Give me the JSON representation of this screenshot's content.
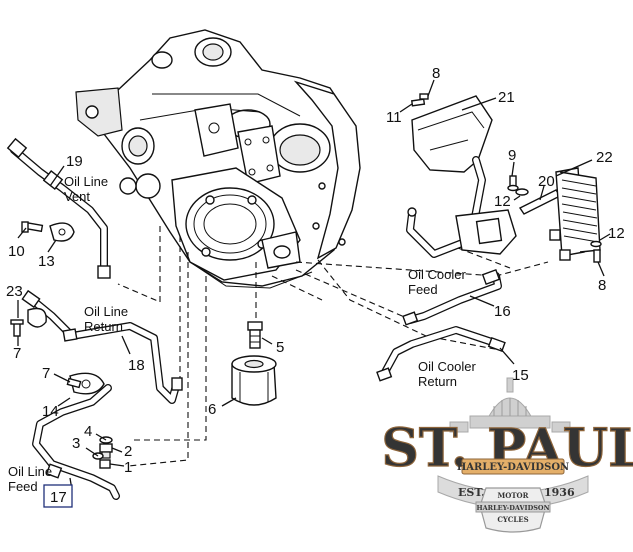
{
  "diagram": {
    "title": "Oil lines and oil cooler exploded parts diagram",
    "callouts": [
      {
        "id": "c1",
        "text": "1"
      },
      {
        "id": "c2",
        "text": "2"
      },
      {
        "id": "c3",
        "text": "3"
      },
      {
        "id": "c4",
        "text": "4"
      },
      {
        "id": "c5",
        "text": "5"
      },
      {
        "id": "c6",
        "text": "6"
      },
      {
        "id": "c7a",
        "text": "7"
      },
      {
        "id": "c7b",
        "text": "7"
      },
      {
        "id": "c8a",
        "text": "8"
      },
      {
        "id": "c8b",
        "text": "8"
      },
      {
        "id": "c9",
        "text": "9"
      },
      {
        "id": "c10",
        "text": "10"
      },
      {
        "id": "c11",
        "text": "11"
      },
      {
        "id": "c12a",
        "text": "12"
      },
      {
        "id": "c12b",
        "text": "12"
      },
      {
        "id": "c13",
        "text": "13"
      },
      {
        "id": "c14",
        "text": "14"
      },
      {
        "id": "c15",
        "text": "15"
      },
      {
        "id": "c16",
        "text": "16"
      },
      {
        "id": "c17",
        "text": "17"
      },
      {
        "id": "c18",
        "text": "18"
      },
      {
        "id": "c19",
        "text": "19"
      },
      {
        "id": "c20",
        "text": "20"
      },
      {
        "id": "c21",
        "text": "21"
      },
      {
        "id": "c22",
        "text": "22"
      },
      {
        "id": "c23",
        "text": "23"
      }
    ],
    "labels": {
      "oil_line_vent": [
        "Oil Line",
        "Vent"
      ],
      "oil_line_return": [
        "Oil Line",
        "Return"
      ],
      "oil_line_feed": [
        "Oil Line",
        "Feed"
      ],
      "oil_cooler_feed": [
        "Oil Cooler",
        "Feed"
      ],
      "oil_cooler_return": [
        "Oil Cooler",
        "Return"
      ]
    }
  },
  "watermark": {
    "line1": "ST. PAUL",
    "line2": "HARLEY-DAVIDSON",
    "est": "EST.",
    "year": "1936",
    "logo_top": "MOTOR",
    "logo_mid": "HARLEY-DAVIDSON",
    "logo_bottom": "CYCLES"
  },
  "colors": {
    "line": "#111111",
    "watermark": "#d9892f",
    "watermark_gray": "#b9b9b9"
  }
}
